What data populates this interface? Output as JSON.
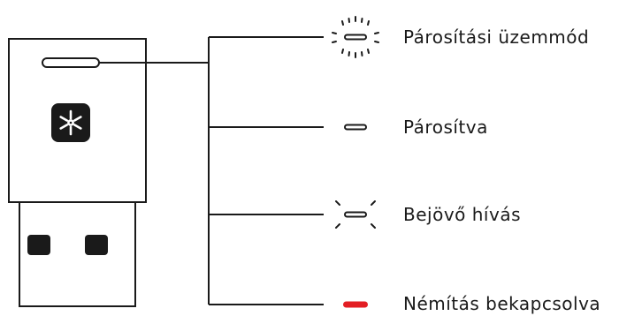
{
  "diagram": {
    "states": [
      {
        "label": "Párosítási üzemmód",
        "indicator": "blinking",
        "color": "#1a1a1a"
      },
      {
        "label": "Párosítva",
        "indicator": "solid",
        "color": "#1a1a1a"
      },
      {
        "label": "Bejövő hívás",
        "indicator": "pulsing",
        "color": "#1a1a1a"
      },
      {
        "label": "Némítás bekapcsolva",
        "indicator": "solid",
        "color": "#e31e24"
      }
    ],
    "device": {
      "logo_icon": "asterisk-logo-icon"
    },
    "line_color": "#1a1a1a"
  }
}
